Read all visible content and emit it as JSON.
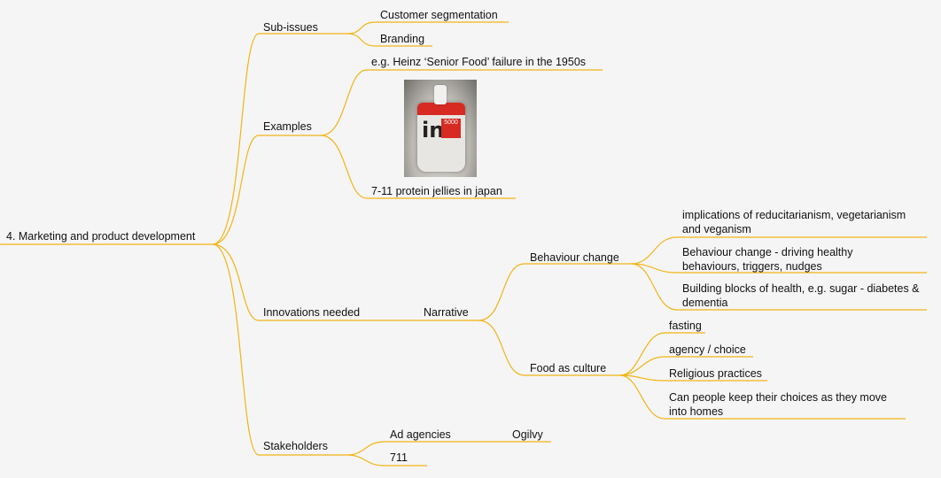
{
  "root": {
    "label": "4. Marketing and product development"
  },
  "branches": {
    "sub_issues": {
      "label": "Sub-issues",
      "children": [
        "Customer segmentation",
        "Branding"
      ]
    },
    "examples": {
      "label": "Examples",
      "children": [
        "e.g. Heinz ‘Senior Food’ failure in the 1950s",
        "7-11 protein jellies in japan"
      ],
      "image_caption": "in 5000"
    },
    "innovations": {
      "label": "Innovations needed",
      "narrative": {
        "label": "Narrative",
        "behaviour_change": {
          "label": "Behaviour change",
          "children": [
            "implications of reducitarianism, vegetarianism and veganism",
            "Behaviour change - driving healthy behaviours, triggers, nudges",
            "Building blocks of health, e.g. sugar - diabetes & dementia"
          ]
        },
        "food_as_culture": {
          "label": "Food as culture",
          "children": [
            "fasting",
            "agency / choice",
            "Religious practices",
            "Can people keep their choices as they move into homes"
          ]
        }
      }
    },
    "stakeholders": {
      "label": "Stakeholders",
      "ad_agencies": {
        "label": "Ad agencies",
        "children": [
          "Ogilvy"
        ]
      },
      "other": "711"
    }
  },
  "colors": {
    "branch_line": "#f2b516",
    "background": "#f5f5f5",
    "text": "#111111"
  }
}
